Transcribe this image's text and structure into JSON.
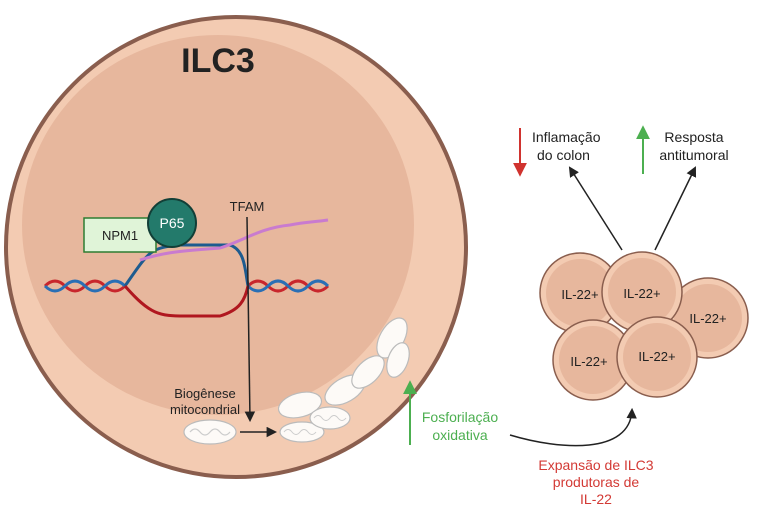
{
  "cell": {
    "title": "ILC3"
  },
  "proteins": {
    "npm1": "NPM1",
    "p65": "P65",
    "tfam": "TFAM"
  },
  "biogenesis": {
    "line1": "Biogênese",
    "line2": "mitocondrial"
  },
  "oxphos": {
    "line1": "Fosforilação",
    "line2": "oxidativa"
  },
  "expansion": {
    "line1": "Expansão de ILC3",
    "line2": "produtoras de",
    "line3": "IL-22"
  },
  "il22_cells": [
    "IL-22+",
    "IL-22+",
    "IL-22+",
    "IL-22+",
    "IL-22+"
  ],
  "outcomes": {
    "inflammation": {
      "line1": "Inflamação",
      "line2": "do colon"
    },
    "antitumor": {
      "line1": "Resposta",
      "line2": "antitumoral"
    }
  },
  "colors": {
    "cell_fill": "#f3cbb2",
    "nucleus_fill": "#e7b79d",
    "cell_border": "#8a5e4e",
    "p65": "#237a6b",
    "npm1_fill": "#e0f4d8",
    "dna_red": "#c8262c",
    "dna_blue": "#2a6fb5",
    "tfam_line": "#c97bcf",
    "up_green": "#4caf50",
    "down_red": "#d0332f",
    "expansion_text": "#d33a35"
  }
}
